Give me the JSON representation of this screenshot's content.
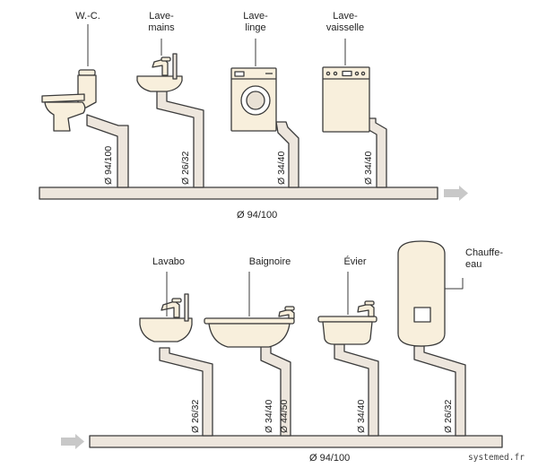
{
  "colors": {
    "fixture_fill": "#f8efdc",
    "pipe_fill": "#ede6dd",
    "outline": "#3b3b3b",
    "arrow": "#c8c8c8"
  },
  "top_row": {
    "fixtures": [
      {
        "label": "W.-C.",
        "pipe": "Ø 94/100",
        "icon": "toilet-icon"
      },
      {
        "label": "Lave-\nmains",
        "pipe": "Ø 26/32",
        "icon": "hand-basin-icon"
      },
      {
        "label": "Lave-\nlinge",
        "pipe": "Ø 34/40",
        "icon": "washing-machine-icon"
      },
      {
        "label": "Lave-\nvaisselle",
        "pipe": "Ø 34/40",
        "icon": "dishwasher-icon"
      }
    ],
    "main_pipe": "Ø 94/100"
  },
  "bottom_row": {
    "fixtures": [
      {
        "label": "Lavabo",
        "pipe": "Ø 26/32",
        "icon": "washbasin-icon"
      },
      {
        "label": "Baignoire",
        "pipe": "Ø 34/40",
        "pipe2": "Ø 44/50",
        "icon": "bathtub-icon"
      },
      {
        "label": "Évier",
        "pipe": "Ø 34/40",
        "icon": "kitchen-sink-icon"
      },
      {
        "label": "Chauffe-\neau",
        "pipe": "Ø 26/32",
        "icon": "water-heater-icon"
      }
    ],
    "main_pipe": "Ø 94/100"
  },
  "credit": "systemed.fr"
}
